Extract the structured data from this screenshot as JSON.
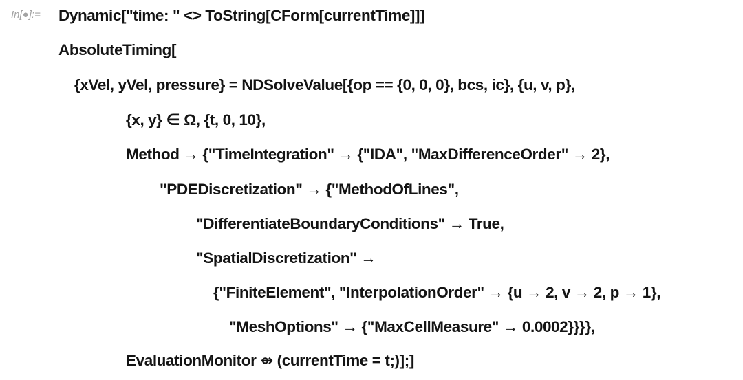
{
  "cell": {
    "label": "In[●]:=",
    "lines": [
      "Dynamic[\"time: \" <> ToString[CForm[currentTime]]]",
      "AbsoluteTiming[",
      "{xVel, yVel, pressure} = NDSolveValue[{op == {0, 0, 0}, bcs, ic}, {u, v, p},",
      "{x, y} ∈ Ω, {t, 0, 10},",
      "Method → {\"TimeIntegration\" → {\"IDA\", \"MaxDifferenceOrder\" → 2},",
      "\"PDEDiscretization\" → {\"MethodOfLines\",",
      "\"DifferentiateBoundaryConditions\" → True,",
      "\"SpatialDiscretization\" →",
      "{\"FiniteElement\", \"InterpolationOrder\" → {u → 2, v → 2, p → 1},",
      "\"MeshOptions\" → {\"MaxCellMeasure\" → 0.0002}}}},",
      "EvaluationMonitor ⇴ (currentTime = t;)];]"
    ]
  }
}
